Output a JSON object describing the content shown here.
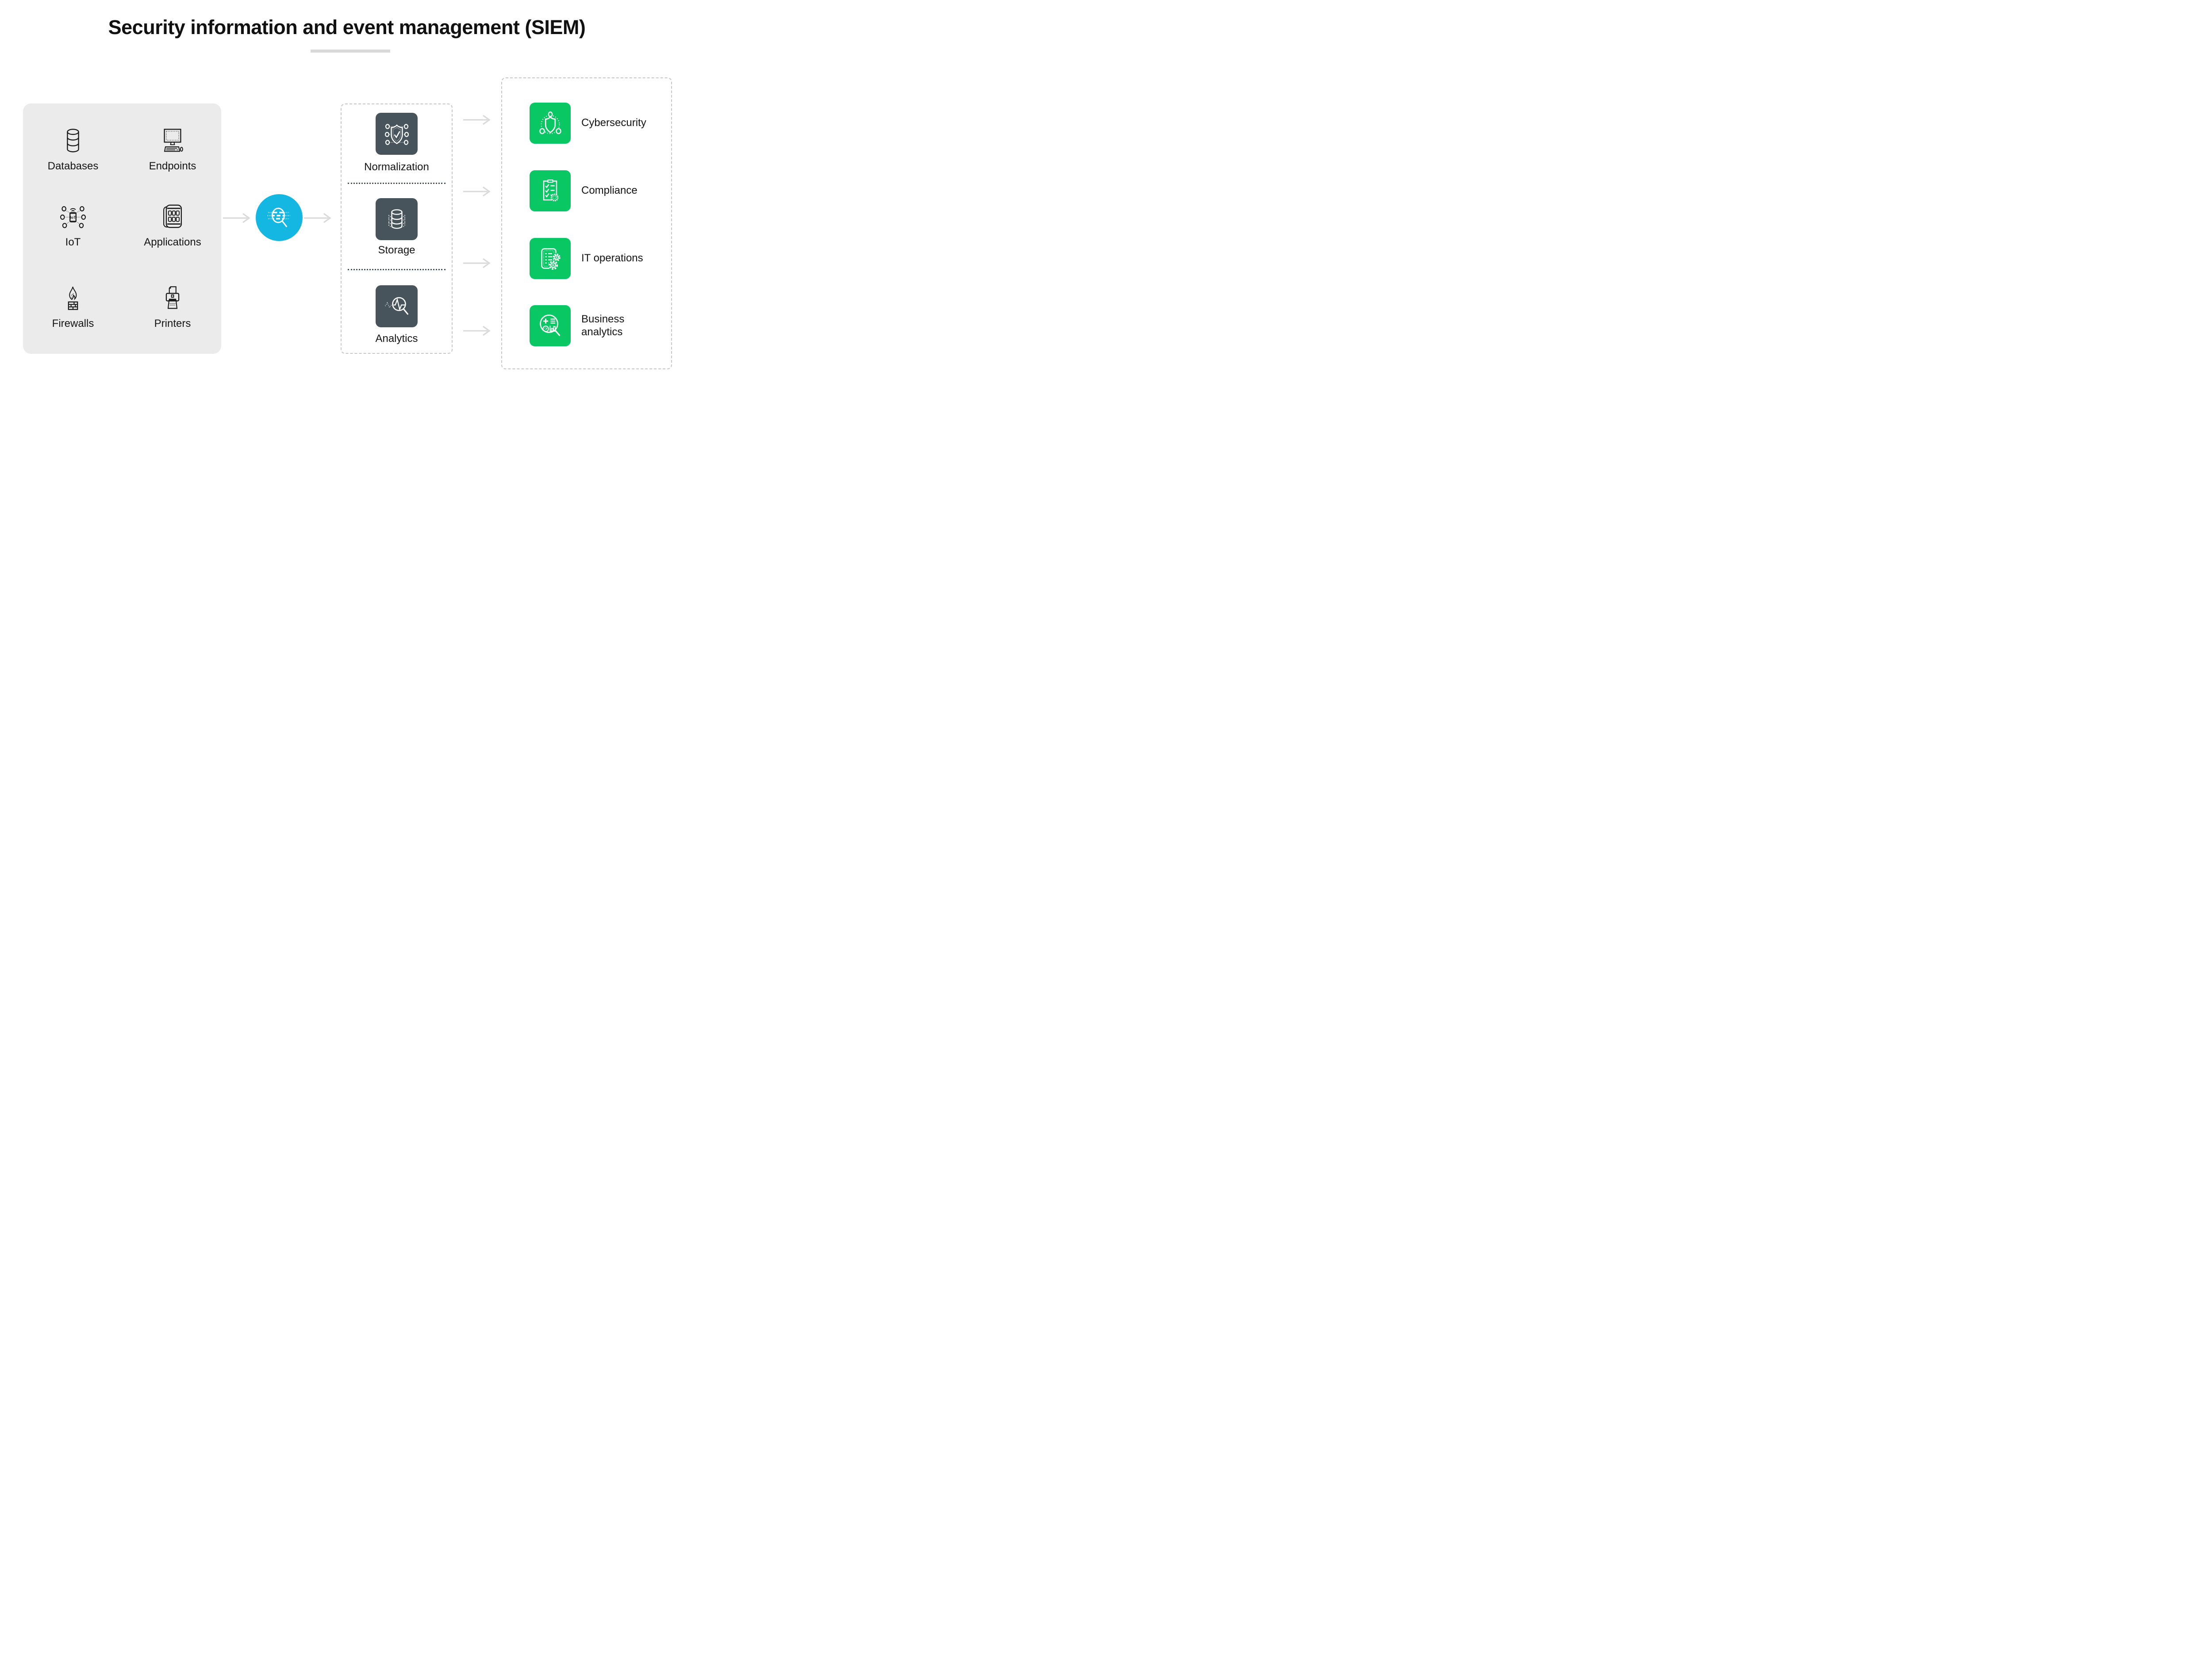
{
  "title": "Security information and event management (SIEM)",
  "colors": {
    "accent_cyan": "#13B7E2",
    "accent_green": "#09C763",
    "slate": "#47545C",
    "panel_gray": "#EBEBEB",
    "arrow_gray": "#D9D9D9",
    "border_gray": "#C7C7C7",
    "text_dark": "#111111",
    "underline_gray": "#D9D9D9",
    "icon_black": "#1A1A1A"
  },
  "sources": {
    "items": [
      {
        "label": "Databases",
        "icon": "database-icon"
      },
      {
        "label": "Endpoints",
        "icon": "monitor-icon"
      },
      {
        "label": "IoT",
        "icon": "iot-chip-icon",
        "chip_text": "IoT"
      },
      {
        "label": "Applications",
        "icon": "apps-grid-icon"
      },
      {
        "label": "Firewalls",
        "icon": "firewall-icon"
      },
      {
        "label": "Printers",
        "icon": "printer-icon"
      }
    ]
  },
  "collector": {
    "icon": "search-logs-icon"
  },
  "processing": {
    "steps": [
      {
        "label": "Normalization",
        "icon": "shield-check-icon"
      },
      {
        "label": "Storage",
        "icon": "database-stack-icon"
      },
      {
        "label": "Analytics",
        "icon": "chart-magnifier-icon"
      }
    ]
  },
  "outcomes": {
    "items": [
      {
        "label": "Cybersecurity",
        "icon": "shield-network-icon"
      },
      {
        "label": "Compliance",
        "icon": "checklist-seal-icon"
      },
      {
        "label": "IT operations",
        "icon": "screen-gears-icon"
      },
      {
        "label": "Business analytics",
        "icon": "magnifier-dashboard-icon"
      }
    ]
  }
}
